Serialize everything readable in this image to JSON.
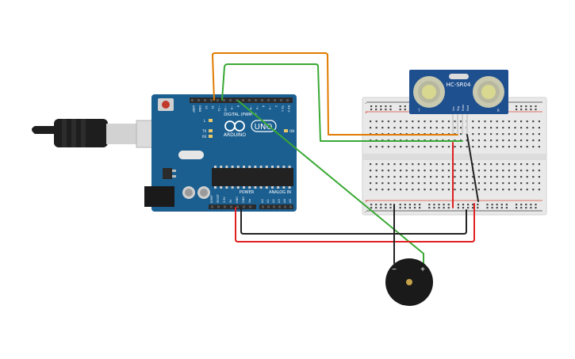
{
  "arduino": {
    "logo_text": "ARDUINO",
    "uno_label": "UNO",
    "digital_label": "DIGITAL (PWM~)",
    "power_label": "POWER",
    "analog_label": "ANALOG IN",
    "pin_labels": [
      "AREF",
      "GND",
      "13",
      "12",
      "~11",
      "~10",
      "~9",
      "8",
      "7",
      "~6",
      "~5",
      "4",
      "~3",
      "2",
      "TX 1",
      "RX 0"
    ],
    "side_labels": [
      "L",
      "TX",
      "RX",
      "ON"
    ],
    "power_pins": [
      "IOREF",
      "RESET",
      "3.3V",
      "5V",
      "GND",
      "GND",
      "Vin"
    ],
    "analog_pins": [
      "A0",
      "A1",
      "A2",
      "A3",
      "A4",
      "A5"
    ],
    "colors": {
      "board": "#1b5f91",
      "header": "#2b2b2b",
      "chip": "#222222"
    }
  },
  "sensor": {
    "model": "HC-SR04",
    "pin_labels": [
      "Vcc",
      "Trig",
      "Echo",
      "Gnd"
    ],
    "side_labels": [
      "T",
      "R"
    ],
    "colors": {
      "board": "#1e4f8f",
      "transducer_ring": "#c9c9b0",
      "transducer_center": "#d8d890"
    }
  },
  "breadboard": {
    "top_rail_signs": [
      "-",
      "+"
    ],
    "bottom_rail_signs": [
      "+",
      "-"
    ],
    "colors": {
      "body": "#e9e9e9",
      "rail_red": "#d94a3a",
      "rail_black": "#3b3b3b"
    }
  },
  "buzzer": {
    "minus_label": "−",
    "plus_label": "+",
    "colors": {
      "body": "#1a1a1a",
      "center": "#c8a24a"
    }
  },
  "usb_cable": {
    "colors": {
      "body": "#1e1e1e",
      "connector": "#d8d8d8"
    }
  },
  "wires": [
    {
      "name": "orange-trig-wire",
      "color": "#e07b00"
    },
    {
      "name": "green-echo-wire",
      "color": "#3aa935"
    },
    {
      "name": "green-buzzer-wire",
      "color": "#3aa935"
    },
    {
      "name": "red-5v-wire",
      "color": "#e02020"
    },
    {
      "name": "black-gnd-wire",
      "color": "#222222"
    },
    {
      "name": "red-sensor-vcc-wire",
      "color": "#e02020"
    },
    {
      "name": "black-sensor-gnd-wire",
      "color": "#222222"
    },
    {
      "name": "black-buzzer-gnd-wire",
      "color": "#222222"
    }
  ]
}
